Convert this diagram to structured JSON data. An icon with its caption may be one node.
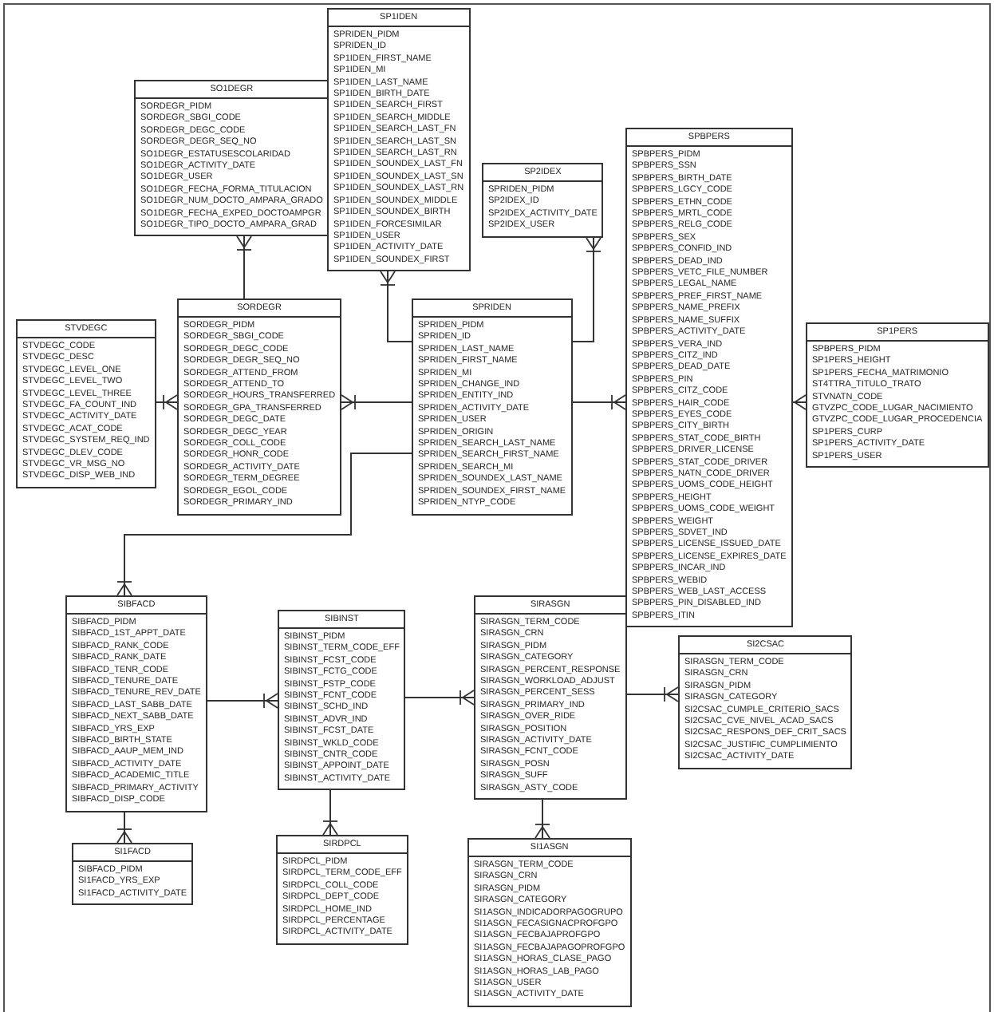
{
  "diagram": {
    "nodes": [
      {
        "text": [
          "SP1IDEN",
          "SPRIDEN_PIDM",
          "SPRIDEN_ID",
          "SP1IDEN_FIRST_NAME",
          "SP1IDEN_MI",
          "SP1IDEN_LAST_NAME",
          "SP1IDEN_BIRTH_DATE",
          "SP1IDEN_SEARCH_FIRST",
          "SP1IDEN_SEARCH_MIDDLE",
          "SP1IDEN_SEARCH_LAST_FN",
          "SP1IDEN_SEARCH_LAST_SN",
          "SP1IDEN_SEARCH_LAST_RN",
          "SP1IDEN_SOUNDEX_LAST_FN",
          "SP1IDEN_SOUNDEX_LAST_SN",
          "SP1IDEN_SOUNDEX_LAST_RN",
          "SP1IDEN_SOUNDEX_MIDDLE",
          "SP1IDEN_SOUNDEX_BIRTH",
          "SP1IDEN_FORCESIMILAR",
          "SP1IDEN_USER",
          "SP1IDEN_ACTIVITY_DATE",
          "SP1IDEN_SOUNDEX_FIRST"
        ]
      },
      {
        "text": [
          "SO1DEGR",
          "SORDEGR_PIDM",
          "SORDEGR_SBGI_CODE",
          "SORDEGR_DEGC_CODE",
          "SORDEGR_DEGR_SEQ_NO",
          "SO1DEGR_ESTATUSESCOLARIDAD",
          "SO1DEGR_ACTIVITY_DATE",
          "SO1DEGR_USER",
          "SO1DEGR_FECHA_FORMA_TITULACION",
          "SO1DEGR_NUM_DOCTO_AMPARA_GRADO",
          "SO1DEGR_FECHA_EXPED_DOCTOAMPGR",
          "SO1DEGR_TIPO_DOCTO_AMPARA_GRAD"
        ]
      },
      {
        "text": [
          "SPBPERS",
          "SPBPERS_PIDM",
          "SPBPERS_SSN",
          "SPBPERS_BIRTH_DATE",
          "SPBPERS_LGCY_CODE",
          "SPBPERS_ETHN_CODE",
          "SPBPERS_MRTL_CODE",
          "SPBPERS_RELG_CODE",
          "SPBPERS_SEX",
          "SPBPERS_CONFID_IND",
          "SPBPERS_DEAD_IND",
          "SPBPERS_VETC_FILE_NUMBER",
          "SPBPERS_LEGAL_NAME",
          "SPBPERS_PREF_FIRST_NAME",
          "SPBPERS_NAME_PREFIX",
          "SPBPERS_NAME_SUFFIX",
          "SPBPERS_ACTIVITY_DATE",
          "SPBPERS_VERA_IND",
          "SPBPERS_CITZ_IND",
          "SPBPERS_DEAD_DATE",
          "SPBPERS_PIN",
          "SPBPERS_CITZ_CODE",
          "SPBPERS_HAIR_CODE",
          "SPBPERS_EYES_CODE",
          "SPBPERS_CITY_BIRTH",
          "SPBPERS_STAT_CODE_BIRTH",
          "SPBPERS_DRIVER_LICENSE",
          "SPBPERS_STAT_CODE_DRIVER",
          "SPBPERS_NATN_CODE_DRIVER",
          "SPBPERS_UOMS_CODE_HEIGHT",
          "SPBPERS_HEIGHT",
          "SPBPERS_UOMS_CODE_WEIGHT",
          "SPBPERS_WEIGHT",
          "SPBPERS_SDVET_IND",
          "SPBPERS_LICENSE_ISSUED_DATE",
          "SPBPERS_LICENSE_EXPIRES_DATE",
          "SPBPERS_INCAR_IND",
          "SPBPERS_WEBID",
          "SPBPERS_WEB_LAST_ACCESS",
          "SPBPERS_PIN_DISABLED_IND",
          "SPBPERS_ITIN"
        ]
      },
      {
        "text": [
          "SP2IDEX",
          "SPRIDEN_PIDM",
          "SP2IDEX_ID",
          "SP2IDEX_ACTIVITY_DATE",
          "SP2IDEX_USER"
        ]
      },
      {
        "text": [
          "SORDEGR",
          "SORDEGR_PIDM",
          "SORDEGR_SBGI_CODE",
          "SORDEGR_DEGC_CODE",
          "SORDEGR_DEGR_SEQ_NO",
          "SORDEGR_ATTEND_FROM",
          "SORDEGR_ATTEND_TO",
          "SORDEGR_HOURS_TRANSFERRED",
          "SORDEGR_GPA_TRANSFERRED",
          "SORDEGR_DEGC_DATE",
          "SORDEGR_DEGC_YEAR",
          "SORDEGR_COLL_CODE",
          "SORDEGR_HONR_CODE",
          "SORDEGR_ACTIVITY_DATE",
          "SORDEGR_TERM_DEGREE",
          "SORDEGR_EGOL_CODE",
          "SORDEGR_PRIMARY_IND"
        ]
      },
      {
        "text": [
          "SPRIDEN",
          "SPRIDEN_PIDM",
          "SPRIDEN_ID",
          "SPRIDEN_LAST_NAME",
          "SPRIDEN_FIRST_NAME",
          "SPRIDEN_MI",
          "SPRIDEN_CHANGE_IND",
          "SPRIDEN_ENTITY_IND",
          "SPRIDEN_ACTIVITY_DATE",
          "SPRIDEN_USER",
          "SPRIDEN_ORIGIN",
          "SPRIDEN_SEARCH_LAST_NAME",
          "SPRIDEN_SEARCH_FIRST_NAME",
          "SPRIDEN_SEARCH_MI",
          "SPRIDEN_SOUNDEX_LAST_NAME",
          "SPRIDEN_SOUNDEX_FIRST_NAME",
          "SPRIDEN_NTYP_CODE"
        ]
      },
      {
        "text": [
          "STVDEGC",
          "STVDEGC_CODE",
          "STVDEGC_DESC",
          "STVDEGC_LEVEL_ONE",
          "STVDEGC_LEVEL_TWO",
          "STVDEGC_LEVEL_THREE",
          "STVDEGC_FA_COUNT_IND",
          "STVDEGC_ACTIVITY_DATE",
          "STVDEGC_ACAT_CODE",
          "STVDEGC_SYSTEM_REQ_IND",
          "STVDEGC_DLEV_CODE",
          "STVDEGC_VR_MSG_NO",
          "STVDEGC_DISP_WEB_IND"
        ]
      },
      {
        "text": [
          "SP1PERS",
          "SPBPERS_PIDM",
          "SP1PERS_HEIGHT",
          "SP1PERS_FECHA_MATRIMONIO",
          "ST4TTRA_TITULO_TRATO",
          "STVNATN_CODE",
          "GTVZPC_CODE_LUGAR_NACIMIENTO",
          "GTVZPC_CODE_LUGAR_PROCEDENCIA",
          "SP1PERS_CURP",
          "SP1PERS_ACTIVITY_DATE",
          "SP1PERS_USER"
        ]
      },
      {
        "text": [
          "SIBFACD",
          "SIBFACD_PIDM",
          "SIBFACD_1ST_APPT_DATE",
          "SIBFACD_RANK_CODE",
          "SIBFACD_RANK_DATE",
          "SIBFACD_TENR_CODE",
          "SIBFACD_TENURE_DATE",
          "SIBFACD_TENURE_REV_DATE",
          "SIBFACD_LAST_SABB_DATE",
          "SIBFACD_NEXT_SABB_DATE",
          "SIBFACD_YRS_EXP",
          "SIBFACD_BIRTH_STATE",
          "SIBFACD_AAUP_MEM_IND",
          "SIBFACD_ACTIVITY_DATE",
          "SIBFACD_ACADEMIC_TITLE",
          "SIBFACD_PRIMARY_ACTIVITY",
          "SIBFACD_DISP_CODE"
        ]
      },
      {
        "text": [
          "SIRASGN",
          "SIRASGN_TERM_CODE",
          "SIRASGN_CRN",
          "SIRASGN_PIDM",
          "SIRASGN_CATEGORY",
          "SIRASGN_PERCENT_RESPONSE",
          "SIRASGN_WORKLOAD_ADJUST",
          "SIRASGN_PERCENT_SESS",
          "SIRASGN_PRIMARY_IND",
          "SIRASGN_OVER_RIDE",
          "SIRASGN_POSITION",
          "SIRASGN_ACTIVITY_DATE",
          "SIRASGN_FCNT_CODE",
          "SIRASGN_POSN",
          "SIRASGN_SUFF",
          "SIRASGN_ASTY_CODE"
        ]
      },
      {
        "text": [
          "SIBINST",
          "SIBINST_PIDM",
          "SIBINST_TERM_CODE_EFF",
          "SIBINST_FCST_CODE",
          "SIBINST_FCTG_CODE",
          "SIBINST_FSTP_CODE",
          "SIBINST_FCNT_CODE",
          "SIBINST_SCHD_IND",
          "SIBINST_ADVR_IND",
          "SIBINST_FCST_DATE",
          "SIBINST_WKLD_CODE",
          "SIBINST_CNTR_CODE",
          "SIBINST_APPOINT_DATE",
          "SIBINST_ACTIVITY_DATE"
        ]
      },
      {
        "text": [
          "SI2CSAC",
          "SIRASGN_TERM_CODE",
          "SIRASGN_CRN",
          "SIRASGN_PIDM",
          "SIRASGN_CATEGORY",
          "SI2CSAC_CUMPLE_CRITERIO_SACS",
          "SI2CSAC_CVE_NIVEL_ACAD_SACS",
          "SI2CSAC_RESPONS_DEF_CRIT_SACS",
          "SI2CSAC_JUSTIFIC_CUMPLIMIENTO",
          "SI2CSAC_ACTIVITY_DATE"
        ]
      },
      {
        "text": [
          "SIRDPCL",
          "SIRDPCL_PIDM",
          "SIRDPCL_TERM_CODE_EFF",
          "SIRDPCL_COLL_CODE",
          "SIRDPCL_DEPT_CODE",
          "SIRDPCL_HOME_IND",
          "SIRDPCL_PERCENTAGE",
          "SIRDPCL_ACTIVITY_DATE"
        ]
      },
      {
        "text": [
          "SI1ASGN",
          "SIRASGN_TERM_CODE",
          "SIRASGN_CRN",
          "SIRASGN_PIDM",
          "SIRASGN_CATEGORY",
          "SI1ASGN_INDICADORPAGOGRUPO",
          "SI1ASGN_FECASIGNACPROFGPO",
          "SI1ASGN_FECBAJAPROFGPO",
          "SI1ASGN_FECBAJAPAGOPROFGPO",
          "SI1ASGN_HORAS_CLASE_PAGO",
          "SI1ASGN_HORAS_LAB_PAGO",
          "SI1ASGN_USER",
          "SI1ASGN_ACTIVITY_DATE"
        ]
      },
      {
        "text": [
          "SI1FACD",
          "SIBFACD_PIDM",
          "SI1FACD_YRS_EXP",
          "SI1FACD_ACTIVITY_DATE"
        ]
      }
    ],
    "edges": [
      {
        "from": 4,
        "to": 1,
        "arrow": "other"
      },
      {
        "from": 5,
        "to": 0,
        "arrow": "other"
      },
      {
        "from": 5,
        "to": 3,
        "arrow": "other"
      },
      {
        "from": 6,
        "to": 4,
        "arrow": "other"
      },
      {
        "from": 5,
        "to": 4,
        "arrow": "other"
      },
      {
        "from": 5,
        "to": 2,
        "arrow": "other"
      },
      {
        "from": 2,
        "to": 7,
        "arrow": "other"
      },
      {
        "from": 5,
        "to": 8,
        "arrow": "other"
      },
      {
        "from": 8,
        "to": 10,
        "arrow": "other"
      },
      {
        "from": 10,
        "to": 9,
        "arrow": "other"
      },
      {
        "from": 9,
        "to": 11,
        "arrow": "other"
      },
      {
        "from": 8,
        "to": 14,
        "arrow": "other"
      },
      {
        "from": 10,
        "to": 12,
        "arrow": "other"
      },
      {
        "from": 9,
        "to": 13,
        "arrow": "other"
      }
    ]
  }
}
